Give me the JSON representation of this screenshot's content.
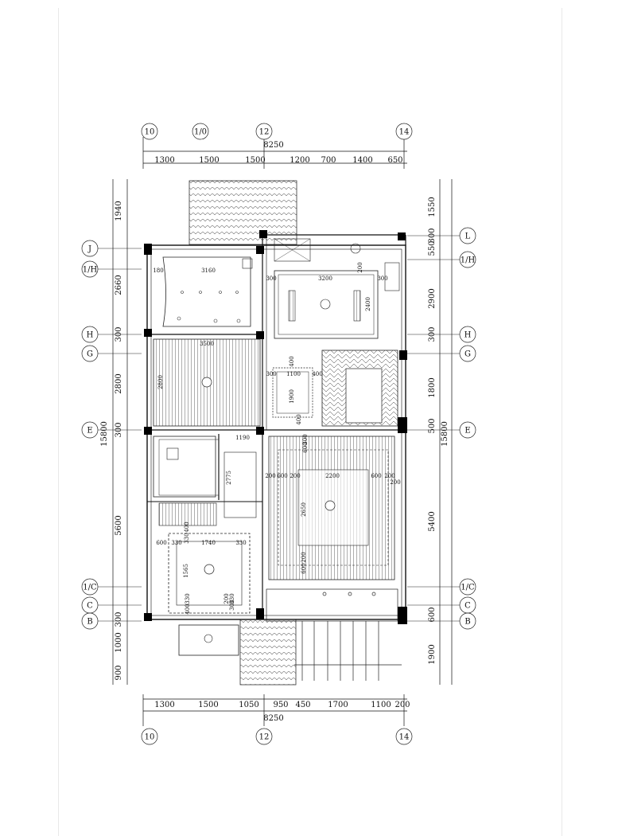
{
  "grid": {
    "top_cols": [
      "10",
      "1/0",
      "12",
      "14"
    ],
    "bottom_cols": [
      "10",
      "12",
      "14"
    ],
    "left_rows": [
      "J",
      "1/H",
      "H",
      "G",
      "E",
      "1/C",
      "C",
      "B"
    ],
    "right_rows": [
      "L",
      "1/H",
      "H",
      "G",
      "E",
      "1/C",
      "C",
      "B"
    ]
  },
  "dims": {
    "top_total": "8250",
    "top_segments": [
      "1300",
      "1500",
      "1500",
      "1200",
      "700",
      "1400",
      "650"
    ],
    "bottom_total": "8250",
    "bottom_segments": [
      "1300",
      "1500",
      "1050",
      "950",
      "450",
      "1700",
      "1100",
      "200"
    ],
    "left_total": "15800",
    "left_segments": [
      "1940",
      "2660",
      "300",
      "2800",
      "300",
      "5600",
      "300",
      "1000",
      "900"
    ],
    "right_total": "15800",
    "right_segments": [
      "1550",
      "300",
      "550",
      "2900",
      "300",
      "1800",
      "500",
      "5400",
      "600",
      "1900"
    ]
  },
  "rooms": {
    "labels": [
      "3160",
      "180",
      "3200",
      "300",
      "300",
      "2400",
      "200",
      "3500",
      "2800",
      "1100",
      "300",
      "400",
      "400",
      "1900",
      "400",
      "600",
      "300",
      "1190",
      "2775",
      "200",
      "600",
      "200",
      "2200",
      "600",
      "200",
      "200",
      "2650",
      "600",
      "200",
      "600",
      "330",
      "1740",
      "330",
      "400",
      "330",
      "1565",
      "400",
      "330",
      "200",
      "330",
      "300"
    ]
  }
}
